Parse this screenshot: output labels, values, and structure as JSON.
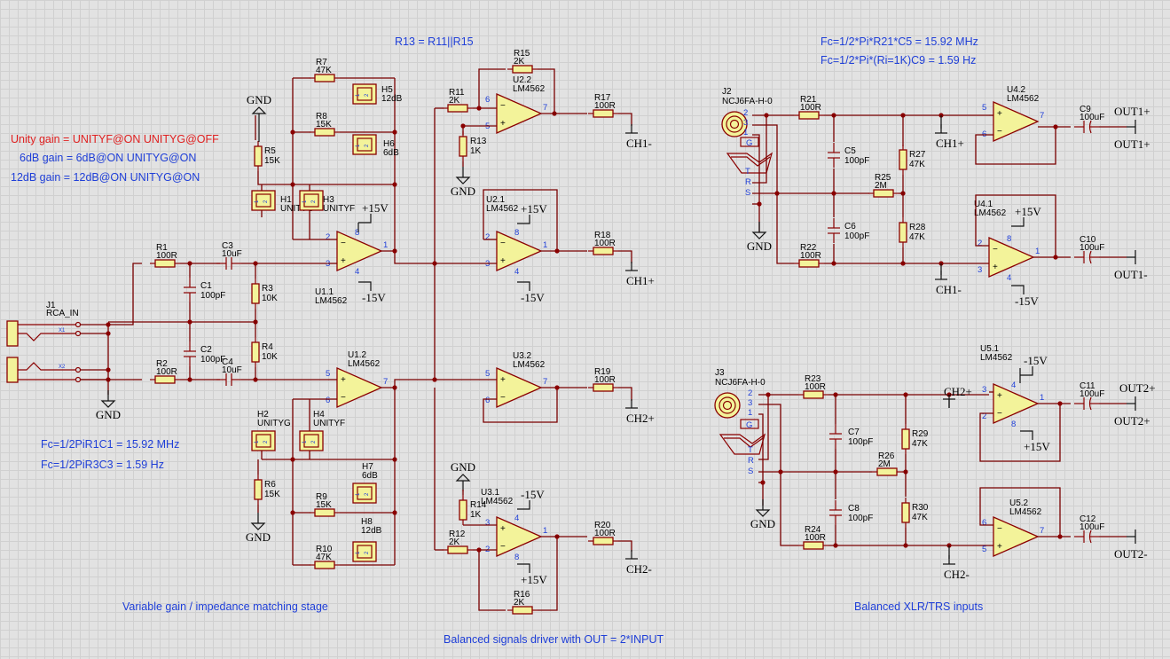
{
  "notes": {
    "r13": "R13 = R11||R15",
    "fc1": "Fc=1/2*Pi*R21*C5 = 15.92 MHz",
    "fc2": "Fc=1/2*Pi*(Ri=1K)C9 = 1.59 Hz",
    "unity": "Unity gain = UNITYF@ON UNITYG@OFF",
    "g6": "6dB gain = 6dB@ON UNITYG@ON",
    "g12": "12dB gain = 12dB@ON UNITYG@ON",
    "fcA": "Fc=1/2PiR1C1 = 15.92 MHz",
    "fcB": "Fc=1/2PiR3C3 = 1.59 Hz",
    "stage1": "Variable gain / impedance matching stage",
    "stage2": "Balanced XLR/TRS inputs",
    "footer": "Balanced signals driver with OUT = 2*INPUT"
  },
  "nets": {
    "gnd": "GND",
    "p15": "+15V",
    "m15": "-15V",
    "ch1m": "CH1-",
    "ch1p": "CH1+",
    "ch2p": "CH2+",
    "ch2m": "CH2-",
    "out1p": "OUT1+",
    "out1m": "OUT1-",
    "out2p": "OUT2+",
    "out2m": "OUT2-"
  },
  "parts": {
    "r1": [
      "R1",
      "100R"
    ],
    "r2": [
      "R2",
      "100R"
    ],
    "r3": [
      "R3",
      "10K"
    ],
    "r4": [
      "R4",
      "10K"
    ],
    "r5": [
      "R5",
      "15K"
    ],
    "r6": [
      "R6",
      "15K"
    ],
    "r7": [
      "R7",
      "47K"
    ],
    "r8": [
      "R8",
      "15K"
    ],
    "r9": [
      "R9",
      "15K"
    ],
    "r10": [
      "R10",
      "47K"
    ],
    "r11": [
      "R11",
      "2K"
    ],
    "r12": [
      "R12",
      "2K"
    ],
    "r13": [
      "R13",
      "1K"
    ],
    "r14": [
      "R14",
      "1K"
    ],
    "r15": [
      "R15",
      "2K"
    ],
    "r16": [
      "R16",
      "2K"
    ],
    "r17": [
      "R17",
      "100R"
    ],
    "r18": [
      "R18",
      "100R"
    ],
    "r19": [
      "R19",
      "100R"
    ],
    "r20": [
      "R20",
      "100R"
    ],
    "r21": [
      "R21",
      "100R"
    ],
    "r22": [
      "R22",
      "100R"
    ],
    "r23": [
      "R23",
      "100R"
    ],
    "r24": [
      "R24",
      "100R"
    ],
    "r25": [
      "R25",
      "2M"
    ],
    "r26": [
      "R26",
      "2M"
    ],
    "r27": [
      "R27",
      "47K"
    ],
    "r28": [
      "R28",
      "47K"
    ],
    "r29": [
      "R29",
      "47K"
    ],
    "r30": [
      "R30",
      "47K"
    ],
    "c1": [
      "C1",
      "100pF"
    ],
    "c2": [
      "C2",
      "100pF"
    ],
    "c3": [
      "C3",
      "10uF"
    ],
    "c4": [
      "C4",
      "10uF"
    ],
    "c5": [
      "C5",
      "100pF"
    ],
    "c6": [
      "C6",
      "100pF"
    ],
    "c7": [
      "C7",
      "100pF"
    ],
    "c8": [
      "C8",
      "100pF"
    ],
    "c9": [
      "C9",
      "100uF"
    ],
    "c10": [
      "C10",
      "100uF"
    ],
    "c11": [
      "C11",
      "100uF"
    ],
    "c12": [
      "C12",
      "100uF"
    ],
    "h1": [
      "H1",
      "UNITYG"
    ],
    "h2": [
      "H2",
      "UNITYG"
    ],
    "h3": [
      "H3",
      "UNITYF"
    ],
    "h4": [
      "H4",
      "UNITYF"
    ],
    "h5": [
      "H5",
      "12dB"
    ],
    "h6": [
      "H6",
      "6dB"
    ],
    "h7": [
      "H7",
      "6dB"
    ],
    "h8": [
      "H8",
      "12dB"
    ],
    "u11": [
      "U1.1",
      "LM4562"
    ],
    "u12": [
      "U1.2",
      "LM4562"
    ],
    "u21": [
      "U2.1",
      "LM4562"
    ],
    "u22": [
      "U2.2",
      "LM4562"
    ],
    "u31": [
      "U3.1",
      "LM4562"
    ],
    "u32": [
      "U3.2",
      "LM4562"
    ],
    "u41": [
      "U4.1",
      "LM4562"
    ],
    "u42": [
      "U4.2",
      "LM4562"
    ],
    "u51": [
      "U5.1",
      "LM4562"
    ],
    "u52": [
      "U5.2",
      "LM4562"
    ],
    "j1": [
      "J1",
      "RCA_IN"
    ],
    "j2": [
      "J2",
      "NCJ6FA-H-0"
    ],
    "j3": [
      "J3",
      "NCJ6FA-H-0"
    ]
  },
  "pins": {
    "n1": "1",
    "n2": "2",
    "n3": "3",
    "n4": "4",
    "n5": "5",
    "n6": "6",
    "n7": "7",
    "n8": "8",
    "g": "G",
    "t": "T",
    "r": "R",
    "s": "S",
    "x1": "X1",
    "x2": "X2"
  }
}
